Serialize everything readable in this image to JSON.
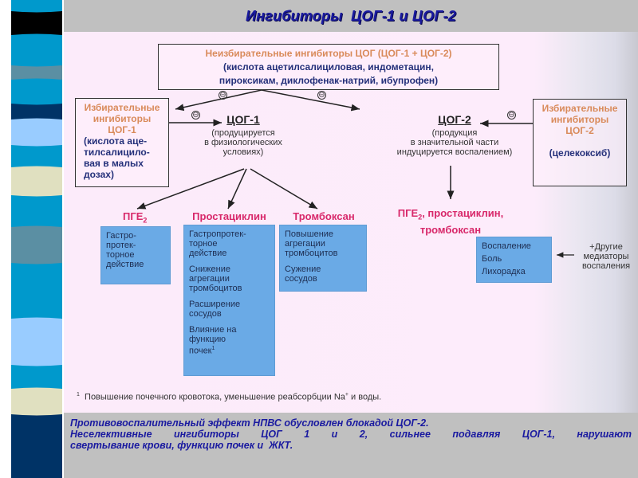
{
  "slide": {
    "title": "Ингибиторы  ЦОГ-1 и ЦОГ-2"
  },
  "colors": {
    "title_text": "#1a1aa0",
    "band_gray": "#c0c0c0",
    "diagram_background": "#fdecfb",
    "inhibitor_heading": "#d98a5a",
    "inhibitor_drugs": "#24307a",
    "mediator_label": "#d8286a",
    "effect_box": "#6aaae6",
    "stripes": [
      "#0099cc",
      "#000000",
      "#0099cc",
      "#5b8fa3",
      "#0099cc",
      "#003366",
      "#99ccff",
      "#0099cc",
      "#e0e0c0",
      "#0099cc",
      "#5b8fa3",
      "#0099cc",
      "#99ccff",
      "#0099cc",
      "#e0e0c0",
      "#003366"
    ]
  },
  "diagram": {
    "nonselective": {
      "heading": "Неизбирательные ингибиторы ЦОГ (ЦОГ-1 + ЦОГ-2)",
      "drugs_line1": "(кислота ацетилсалициловая, индометацин,",
      "drugs_line2": "пироксикам, диклофенак-натрий, ибупрофен)"
    },
    "selective_cox1": {
      "heading_line1": "Избирательные",
      "heading_line2": "ингибиторы",
      "heading_line3": "ЦОГ-1",
      "drugs_line1": "(кислота аце-",
      "drugs_line2": "тилсалицило-",
      "drugs_line3": "вая в малых",
      "drugs_line4": "дозах)"
    },
    "selective_cox2": {
      "heading_line1": "Избирательные",
      "heading_line2": "ингибиторы",
      "heading_line3": "ЦОГ-2",
      "drugs": "(целекоксиб)"
    },
    "inhibition_symbol": "⊖",
    "cox1": {
      "title": "ЦОГ-1",
      "desc_line1": "(продуцируется",
      "desc_line2": "в физиологических",
      "desc_line3": "условиях)"
    },
    "cox2": {
      "title": "ЦОГ-2",
      "desc_line1": "(продукция",
      "desc_line2": "в значительной части",
      "desc_line3": "индуцируется воспалением)"
    },
    "pge2": {
      "label": "ПГЕ",
      "subscript": "2",
      "effects": [
        "Гастро-",
        "протек-",
        "торное",
        "действие"
      ]
    },
    "prostacyclin": {
      "label": "Простациклин",
      "effects": [
        "Гастропротек-\nторное\nдействие",
        "Снижение\nагрегации\nтромбоцитов",
        "Расширение\nсосудов",
        "Влияние на\nфункцию\nпочек"
      ],
      "footnote_mark": "1"
    },
    "thromboxane": {
      "label": "Тромбоксан",
      "effects": [
        "Повышение\nагрегации\nтромбоцитов",
        "Сужение\nсосудов"
      ]
    },
    "cox2_products": {
      "label_prefix": "ПГЕ",
      "subscript": "2",
      "label_suffix": ", простациклин,",
      "label_line2": "тромбоксан",
      "effects": [
        "Воспаление",
        "Боль",
        "Лихорадка"
      ]
    },
    "other_mediators": {
      "line1": "+Другие",
      "line2": "медиаторы",
      "line3": "воспаления"
    },
    "footnote": {
      "mark": "1",
      "text_before": "Повышение почечного кровотока,  уменьшение реабсорбции Na",
      "superscript": "+",
      "text_after": " и воды."
    }
  },
  "summary": {
    "line1": "Противовоспалительный эффект НПВС обусловлен блокадой ЦОГ-2.",
    "line2": "Неселективные ингибиторы ЦОГ 1 и 2, сильнее подавляя ЦОГ-1, нарушают",
    "line3": "свертывание крови, функцию почек и  ЖКТ."
  }
}
